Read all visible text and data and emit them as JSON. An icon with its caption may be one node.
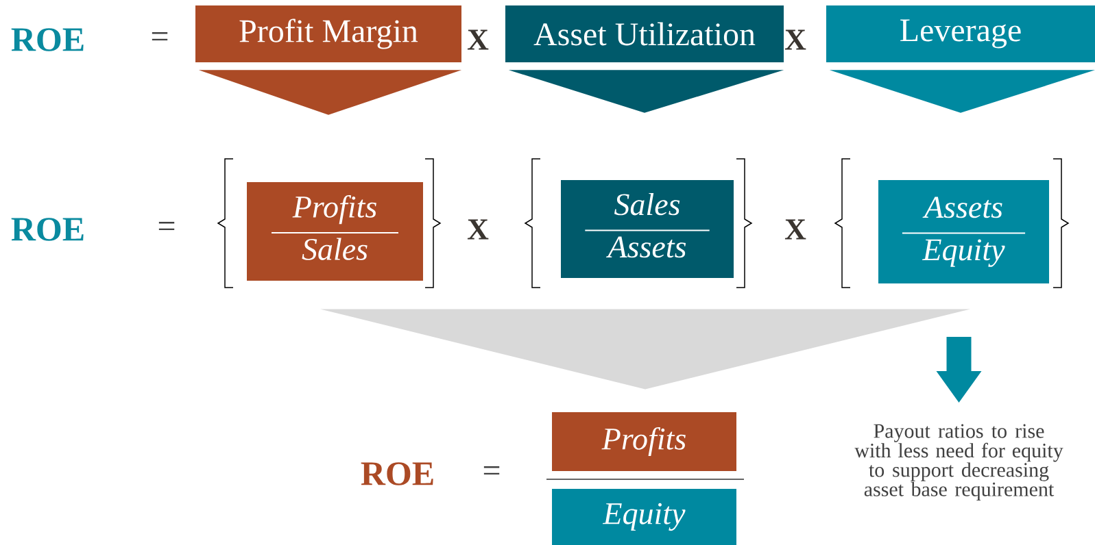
{
  "diagram": {
    "nodes": [
      {
        "text": [
          "Profit Margin"
        ]
      },
      {
        "text": [
          "Asset Utilization"
        ]
      },
      {
        "text": [
          "Leverage"
        ]
      },
      {
        "text": [
          "Profits",
          "Sales"
        ]
      },
      {
        "text": [
          "Sales",
          "Assets"
        ]
      },
      {
        "text": [
          "Assets",
          "Equity"
        ]
      },
      {
        "text": [],
        "shape": "triangle"
      },
      {
        "text": [
          "Profits"
        ]
      },
      {
        "text": [
          "Equity"
        ]
      },
      {
        "text": [
          "Payout ratios to rise with less need for equity to support decreasing asset base requirement"
        ]
      }
    ],
    "edges": [
      {
        "from": 0,
        "to": 3,
        "arrow": "to",
        "color": "#ab4a25"
      },
      {
        "from": 1,
        "to": 4,
        "arrow": "to",
        "color": "#005a6b"
      },
      {
        "from": 2,
        "to": 5,
        "arrow": "to",
        "color": "#0089a0"
      },
      {
        "from": null,
        "to": 9,
        "arrow": "to",
        "color": "#0089a0"
      }
    ],
    "labels": [
      "ROE",
      "=",
      "X",
      "X",
      "ROE",
      "=",
      "X",
      "X",
      "ROE",
      "="
    ]
  }
}
